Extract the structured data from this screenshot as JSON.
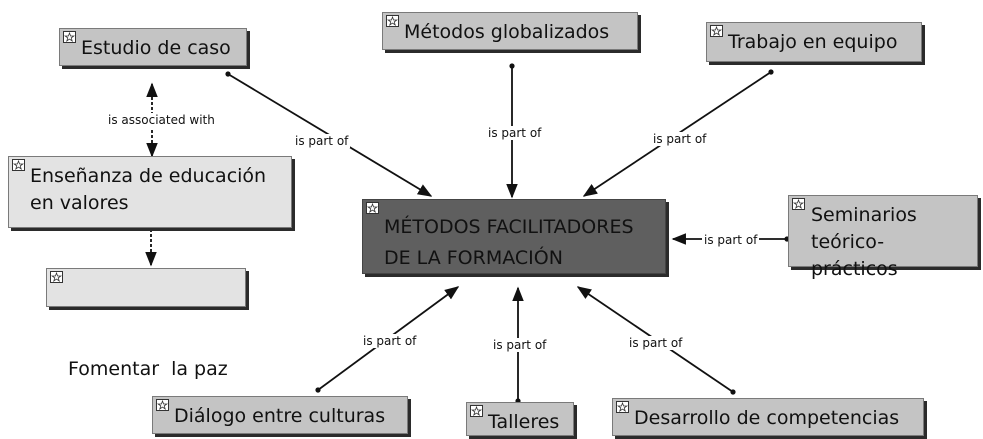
{
  "concepts": {
    "estudio": "Estudio de caso",
    "metodos_glob": "Métodos globalizados",
    "trabajo": "Trabajo en equipo",
    "ensenanza": "Enseñanza de educación en valores",
    "central": "MÉTODOS FACILITADORES DE LA FORMACIÓN",
    "seminarios": "Seminarios teórico-prácticos",
    "fomentar": "Fomentar  la paz",
    "dialogo": "Diálogo entre culturas",
    "talleres": "Talleres",
    "desarrollo": "Desarrollo de competencias"
  },
  "links": {
    "l_estudio": "is part of",
    "l_metodos": "is part of",
    "l_trabajo": "is part of",
    "l_assoc": "is associated with",
    "l_seminarios": "is part of",
    "l_dialogo": "is part of",
    "l_talleres": "is part of",
    "l_desarrollo": "is part of"
  },
  "colors": {
    "central_fill": "#5f5f5f",
    "node_fill": "#c4c4c4",
    "node_fill_light": "#e3e3e3"
  }
}
